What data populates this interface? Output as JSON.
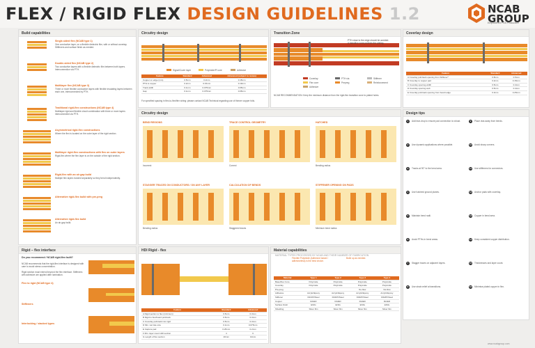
{
  "header": {
    "title_part1": "FLEX / RIGID FLEX ",
    "title_part2": "DESIGN GUIDELINES",
    "title_version": "1.2",
    "logo_name_1": "NCAB",
    "logo_name_2": "GROUP",
    "logo_tagline": "Empowered PCB Production"
  },
  "panels": {
    "build": "Build capabilities",
    "circuitry_top": "Circuitry design",
    "transition": "Transition Zone",
    "coverlay": "Coverlay design",
    "circuitry_mid": "Circuitry design",
    "design_tips": "Design tips",
    "rigid_flex": "Rigid – flex interface",
    "hdi": "HDI Rigid - flex",
    "material": "Material capabilities",
    "material_sub": "MATERIAL TYPES PROCESSED BY NCAB AND THEIR NUMBER OF FABRICATION"
  },
  "build": {
    "items": [
      {
        "head": "Single-sided flex (NCAB type 1)",
        "text": "One conductive layer, on a flexible dielectric film, with or without coverlay. Stiffeners and surface finish as needed."
      },
      {
        "head": "Double-sided flex (NCAB type 2)",
        "text": "Two conductive layers with a flexible dielectric film between both layers. Interconnection via PTH."
      },
      {
        "head": "Multilayer flex (NCAB type 3)",
        "text": "Three or more flexible conductive layers with flexible insulating layers between each one, interconnected by PTH."
      },
      {
        "head": "Traditional rigid-flex constructions (NCAB type 4)",
        "text": "Multilayer rigid and flexible circuit combination with three or more layers interconnected via PTH."
      },
      {
        "head": "Asymmetrical rigid-flex constructions",
        "text": "Where the flex is located on the outer layer of the rigid section."
      },
      {
        "head": "Multilayer rigid-flex constructions with flex on outer layers",
        "text": "Rigid-flex where the flex layer is on the outside of the rigid section."
      },
      {
        "head": "Rigid-flex with an air gap build",
        "text": "Multiple flex layers bonded separately so they bend independently."
      },
      {
        "head": "Alternative rigid-flex build with pre-preg",
        "text": ""
      },
      {
        "head": "Alternative rigid-flex build",
        "text": "An air-gap build."
      }
    ]
  },
  "circuitry_top": {
    "legend": [
      "Signal/Cover layer",
      "Polyimide/PI core",
      "Adhesive"
    ],
    "table_head": [
      "Feature",
      "Standard",
      "Advanced",
      "Advanced (subject to review)"
    ],
    "rows": [
      [
        "Copper on edge (mm)",
        "0.5mm",
        "0.2mm",
        "0.15mm"
      ],
      [
        "PTH to copper",
        "0.2mm",
        "0.15mm",
        "0.10mm"
      ],
      [
        "Track width",
        "0.1mm",
        "0.075mm",
        "0.05mm"
      ],
      [
        "Gap",
        "0.1mm",
        "0.075mm",
        "0.05mm"
      ]
    ],
    "note": "For specified spacing in flex-to-flex/flex wiring: please contact NCAB Technical regarding use of thinner copper foils."
  },
  "transition": {
    "callout": "PTH close to the edge should be avoided. A transition zone protects the plating.",
    "legend": [
      "Coverlay",
      "PTH via",
      "Stiffener",
      "Flex core",
      "Prepreg",
      "Reinforcement",
      "Adhesive"
    ],
    "note": "NCAB RECOMMENDATION: Keep the minimum distance from the rigid-flex transition zone to plated holes."
  },
  "coverlay": {
    "table_head": [
      "Feature",
      "Standard",
      "Advanced"
    ],
    "rows": [
      [
        "A Coverlay pull-back opening from Stiffener*",
        "0.8mm",
        "0.5mm"
      ],
      [
        "B Coverlay to copper pad",
        "0.2mm",
        "0.15mm"
      ],
      [
        "C Coverlay opening width",
        "0.5mm",
        "0.4mm"
      ],
      [
        "D Coverlay opening web",
        "0.5mm",
        "0.4mm"
      ],
      [
        "E Coverlay pull-back opening from board edge",
        "0.3mm",
        "0.25mm"
      ]
    ]
  },
  "circuitry_mid": {
    "sections": [
      "BEND REGIONS",
      "TRACE CONTROL GEOMETRY",
      "HATCHED",
      "STAGGER TRACES ON CONDUCTORS / ON ANY LAYER",
      "CALCULATION OF BENDS",
      "STIFFENER OPENING ON PADS"
    ],
    "captions": [
      "Incorrect",
      "Correct",
      "Bending radius",
      "Bending radius",
      "Staggered traces",
      "Minimum bend radius"
    ]
  },
  "design_tips": {
    "items": [
      "Add tear-drop to ensure pad connection is robust.",
      "Use dynamic applications where possible.",
      "Tracks at 90° to the bend area.",
      "Use hatched ground planes.",
      "Maintain bend radii.",
      "Avoid PTHs in bend areas.",
      "Stagger traces on adjacent layers.",
      "Use strain relief at transitions.",
      "Place vias away from bends.",
      "Avoid sharp corners.",
      "Use stiffeners for connectors.",
      "Anchor pads with coverlay.",
      "Copper in bend area.",
      "Keep consistent copper distribution.",
      "Thicknesses and layer count.",
      "Minimise plated copper in flex."
    ]
  },
  "rigid_flex": {
    "heading": "Do you recommend / NCAB rigid-flex built?",
    "p1": "NCAB recommends that the rigid-flex interface is designed with care to avoid stress concentration.",
    "p2": "Rigid section must extend beyond the flex interface. Stiffeners with adhesive are applied after lamination.",
    "sub1": "Flex to rigid (NCAB type 4)",
    "sub2": "Stiffeners",
    "sub3": "Interlocking / stacked types"
  },
  "hdi": {
    "table_head": [
      "Feature",
      "Standard",
      "Advanced"
    ],
    "rows": [
      [
        "A Rigid section to flex (minimum)",
        "0.5mm",
        "0.3mm"
      ],
      [
        "B Rigid to flex/board pull-back",
        "0.5mm",
        "0.3mm"
      ],
      [
        "C Coverlay pull-back into rigid",
        "0.5mm",
        "0.3mm"
      ],
      [
        "D Min. via hole size",
        "0.1mm",
        "0.075mm"
      ],
      [
        "E Capture pad",
        "0.25mm",
        "0.2mm"
      ],
      [
        "F Min. layer count HDI section",
        "4",
        "6"
      ],
      [
        "G Length of flex section",
        "20mm",
        "10mm"
      ]
    ]
  },
  "material": {
    "callout1": "Flexible Polyimide (Adhesive based / adhesiveless) is the best choice.",
    "callout2": "Build up as needed.",
    "col_head": [
      "Material",
      "Type 1",
      "Type 2",
      "Type 3",
      "Type 4"
    ],
    "rows": [
      [
        "Base/Flex Core",
        "Polyimide",
        "Polyimide",
        "Polyimide",
        "Polyimide"
      ],
      [
        "Coverlay",
        "Polyimide",
        "Polyimide",
        "Polyimide",
        "Polyimide"
      ],
      [
        "Pre-preg",
        "",
        "",
        "No-flow",
        "No-flow"
      ],
      [
        "Adhesive",
        "Acrylic/Epoxy",
        "Acrylic/Epoxy",
        "Acrylic/Epoxy",
        "Acrylic/Epoxy"
      ],
      [
        "Stiffener",
        "FR4/PI/Steel",
        "FR4/PI/Steel",
        "FR4/PI/Steel",
        "FR4/PI/Steel"
      ],
      [
        "Copper",
        "RA/ED",
        "RA/ED",
        "RA/ED",
        "RA/ED"
      ],
      [
        "Surface finish",
        "ENIG",
        "ENIG",
        "ENIG",
        "ENIG"
      ],
      [
        "Shielding",
        "Silver film",
        "Silver film",
        "Silver film",
        "Silver film"
      ]
    ]
  },
  "footer": {
    "url": "www.ncabgroup.com"
  },
  "colors": {
    "accent": "#e06a1f",
    "copper": "#e88a2a",
    "polyimide": "#f2c94c",
    "dark": "#2b2b2b"
  }
}
